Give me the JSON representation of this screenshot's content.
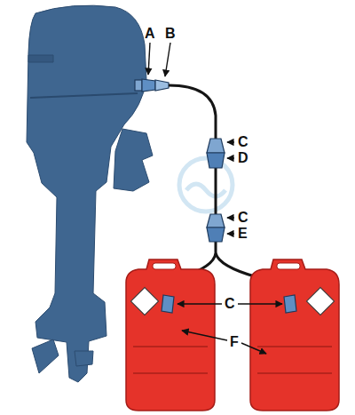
{
  "diagram": {
    "labels": [
      "A",
      "B",
      "C",
      "D",
      "C",
      "E",
      "C",
      "F"
    ]
  }
}
